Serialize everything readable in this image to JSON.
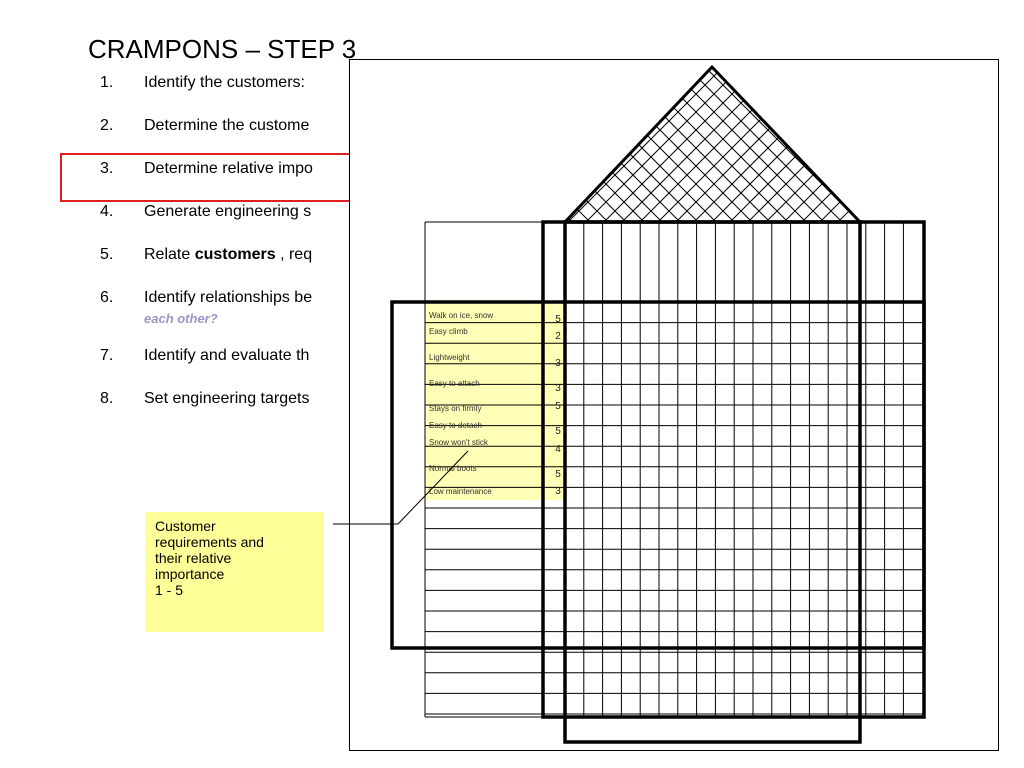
{
  "slide": {
    "title": "CRAMPONS – STEP 3"
  },
  "steps": [
    {
      "number": "1.",
      "text": "Identify the customers:"
    },
    {
      "number": "2.",
      "text": "Determine the custome"
    },
    {
      "number": "3.",
      "text": "Determine relative impo"
    },
    {
      "number": "4.",
      "text": "Generate engineering s"
    },
    {
      "number": "5.",
      "text_before": "Relate ",
      "bold": "customers",
      "text_after": " , req"
    },
    {
      "number": "6.",
      "text": "Identify relationships be",
      "sub": "each other?"
    },
    {
      "number": "7.",
      "text": "Identify and evaluate th"
    },
    {
      "number": "8.",
      "text": "Set engineering targets"
    }
  ],
  "requirements": [
    {
      "label": "Walk on ice, snow",
      "rating": "5"
    },
    {
      "label": "Easy climb",
      "rating": "2"
    },
    {
      "label": "Lightweight",
      "rating": "3"
    },
    {
      "label": "Easy to attach",
      "rating": "3"
    },
    {
      "label": "Stays on firmly",
      "rating": "5"
    },
    {
      "label": "Easy to detach",
      "rating": "5"
    },
    {
      "label": "Snow won't stick",
      "rating": "4"
    },
    {
      "label": "Normal boots",
      "rating": "5"
    },
    {
      "label": "Low maintenance",
      "rating": "3"
    }
  ],
  "callout": {
    "lines": [
      "Customer",
      "requirements and",
      "their relative",
      "importance",
      "1 - 5"
    ]
  },
  "colors": {
    "highlight_border": "#e02020",
    "requirements_fill": "#ffff99",
    "callout_fill": "#ffff99",
    "step6_sub_text": "#9a96c8"
  }
}
